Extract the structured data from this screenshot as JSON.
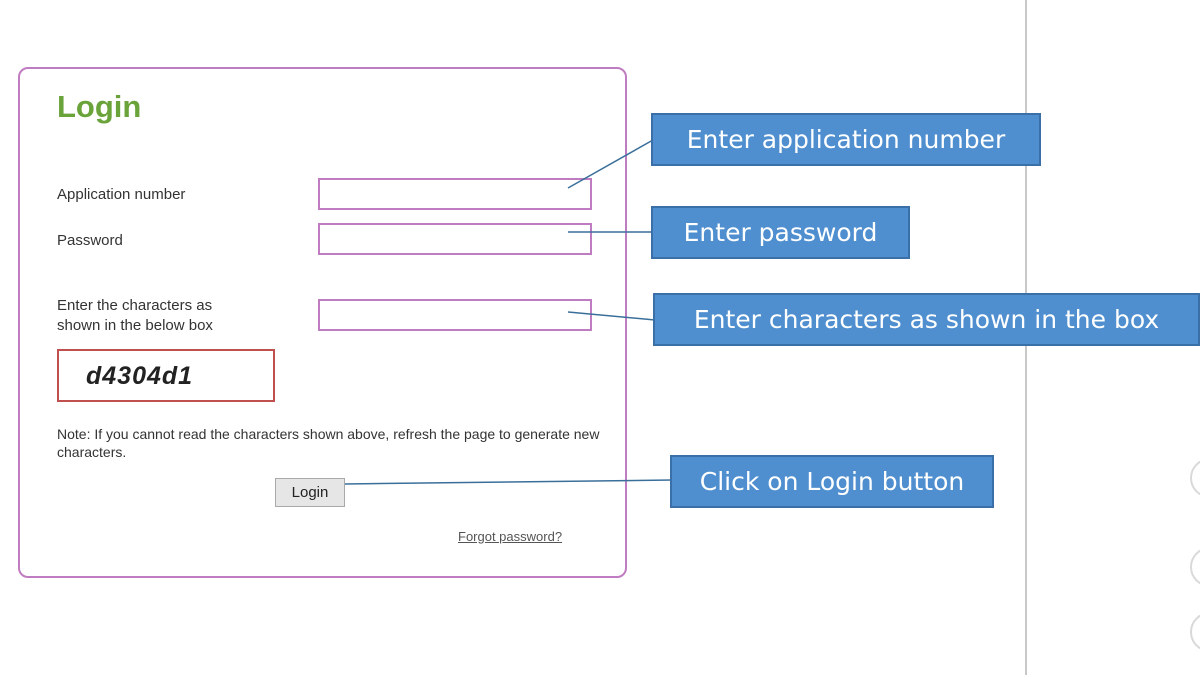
{
  "login": {
    "title": "Login",
    "application_number_label": "Application number",
    "application_number_value": "",
    "password_label": "Password",
    "password_value": "",
    "captcha_label_line1": "Enter the characters as",
    "captcha_label_line2": "shown in the below box",
    "captcha_input_value": "",
    "captcha_code": "d4304d1",
    "note": "Note: If you cannot read the characters shown above, refresh the page to generate new characters.",
    "login_button": "Login",
    "forgot_password": "Forgot password?"
  },
  "callouts": {
    "application_number": "Enter application number",
    "password": "Enter password",
    "captcha": "Enter characters as shown in the box",
    "login_button": "Click on Login button"
  },
  "colors": {
    "title": "#6aa33a",
    "panel_border": "#c07cc0",
    "captcha_border": "#c0504d",
    "callout_fill": "#4f8fcf",
    "callout_border": "#3a6fa8",
    "leader_line": "#3a6f9a"
  }
}
